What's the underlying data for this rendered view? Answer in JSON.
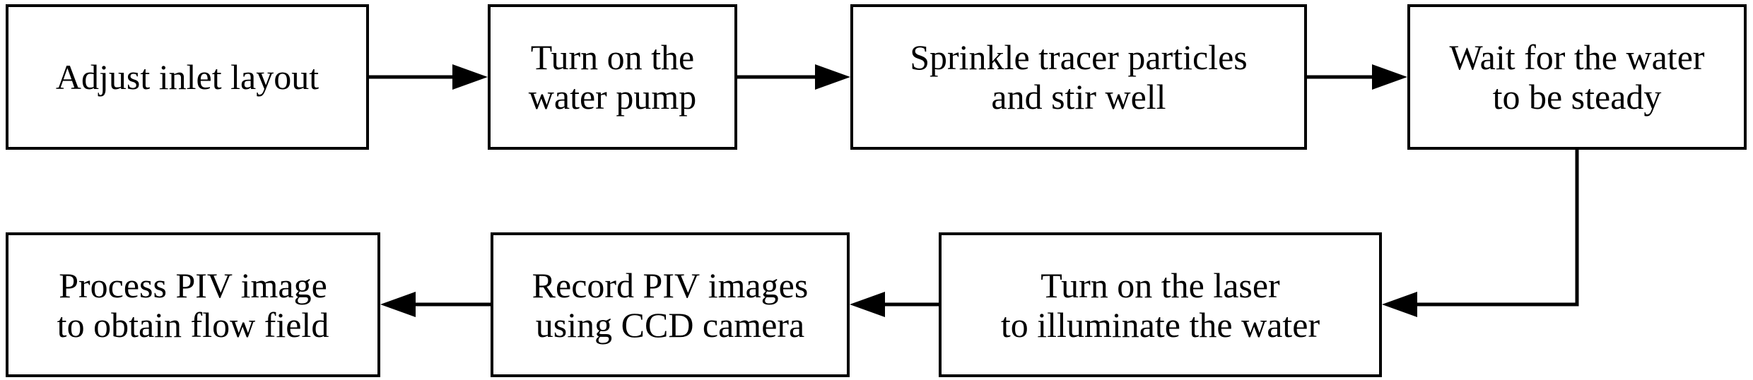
{
  "steps": [
    {
      "id": 1,
      "text": "Adjust inlet layout"
    },
    {
      "id": 2,
      "text": "Turn on the\nwater pump"
    },
    {
      "id": 3,
      "text": "Sprinkle tracer particles\nand stir well"
    },
    {
      "id": 4,
      "text": "Wait for the water\nto be steady"
    },
    {
      "id": 5,
      "text": "Turn on the laser\nto illuminate the water"
    },
    {
      "id": 6,
      "text": "Record PIV images\nusing CCD camera"
    },
    {
      "id": 7,
      "text": "Process PIV image\nto obtain flow field"
    }
  ],
  "connections": [
    {
      "from": 1,
      "to": 2
    },
    {
      "from": 2,
      "to": 3
    },
    {
      "from": 3,
      "to": 4
    },
    {
      "from": 4,
      "to": 5
    },
    {
      "from": 5,
      "to": 6
    },
    {
      "from": 6,
      "to": 7
    }
  ],
  "colors": {
    "stroke": "#000000",
    "background": "#ffffff",
    "text": "#000000"
  }
}
